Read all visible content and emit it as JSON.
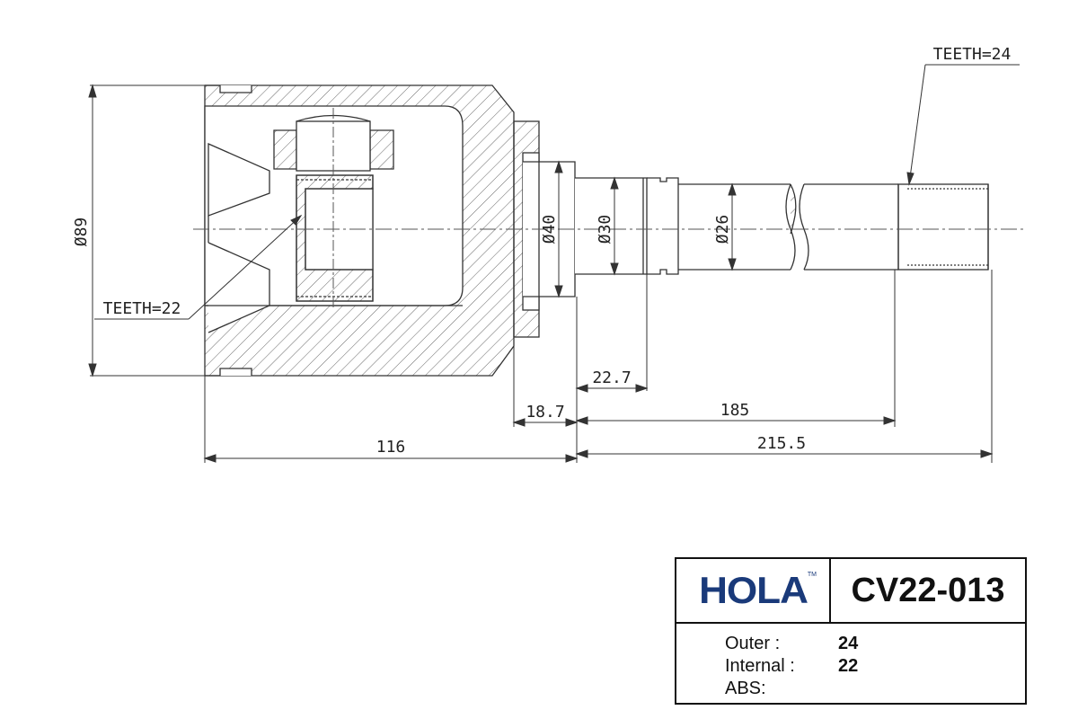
{
  "drawing": {
    "dimensions": {
      "outer_diameter": "Ø89",
      "teeth_internal_callout": "TEETH=22",
      "teeth_outer_callout": "TEETH=24",
      "dia_40": "Ø40",
      "dia_30": "Ø30",
      "dia_26": "Ø26",
      "len_22_7": "22.7",
      "len_18_7": "18.7",
      "len_185": "185",
      "len_116": "116",
      "len_215_5": "215.5"
    }
  },
  "title_block": {
    "brand": "HOLA",
    "trademark": "TM",
    "part_number": "CV22-013",
    "specs": [
      {
        "label": "Outer :",
        "value": "24"
      },
      {
        "label": "Internal :",
        "value": "22"
      },
      {
        "label": "ABS:",
        "value": ""
      }
    ]
  },
  "colors": {
    "brand": "#1a3a7a",
    "line": "#333333"
  }
}
